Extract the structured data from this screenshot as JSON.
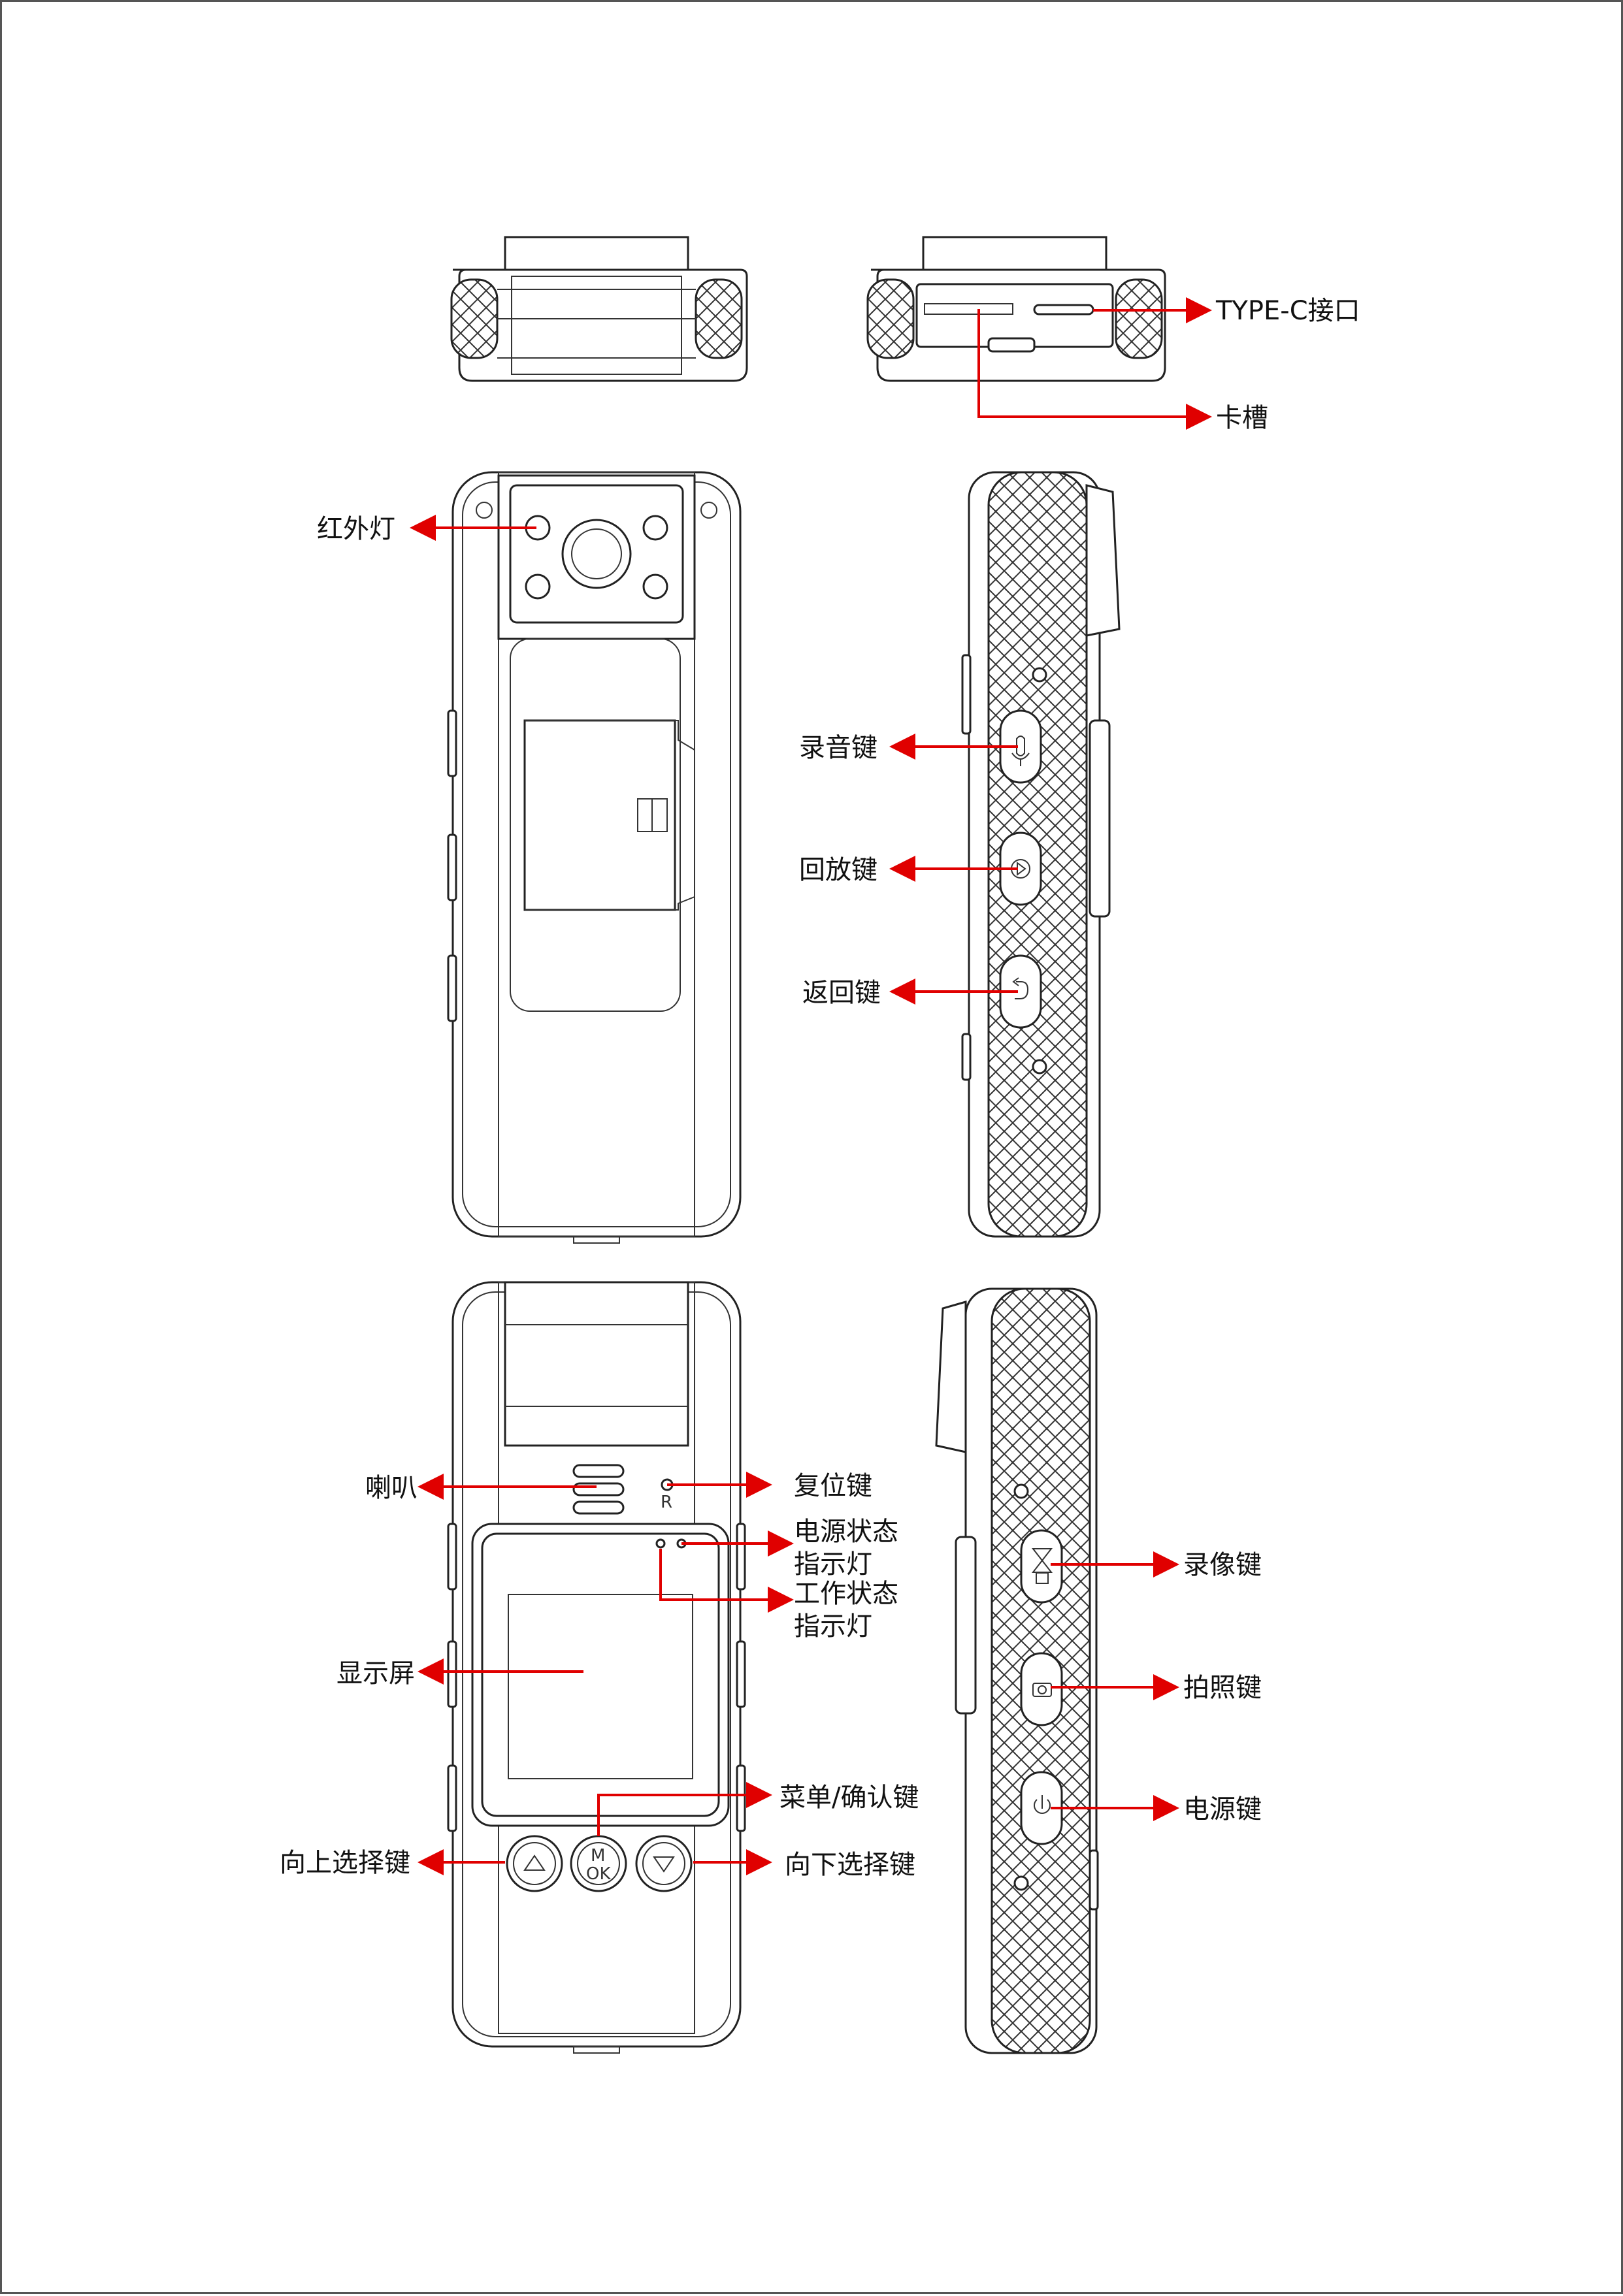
{
  "labels": {
    "typec": "TYPE-C接口",
    "card_slot": "卡槽",
    "ir_light": "红外灯",
    "record_audio": "录音键",
    "playback": "回放键",
    "back": "返回键",
    "speaker": "喇叭",
    "reset": "复位键",
    "power_status_1": "电源状态",
    "power_status_2": "指示灯",
    "work_status_1": "工作状态",
    "work_status_2": "指示灯",
    "display": "显示屏",
    "menu_ok": "菜单/确认键",
    "up_select": "向上选择键",
    "down_select": "向下选择键",
    "record_video": "录像键",
    "photo": "拍照键",
    "power": "电源键"
  },
  "device_marks": {
    "reset_letter": "R",
    "m_letter": "M",
    "ok_letter": "OK"
  },
  "colors": {
    "arrow": "#e00000",
    "line": "#222222",
    "border": "#555555"
  }
}
